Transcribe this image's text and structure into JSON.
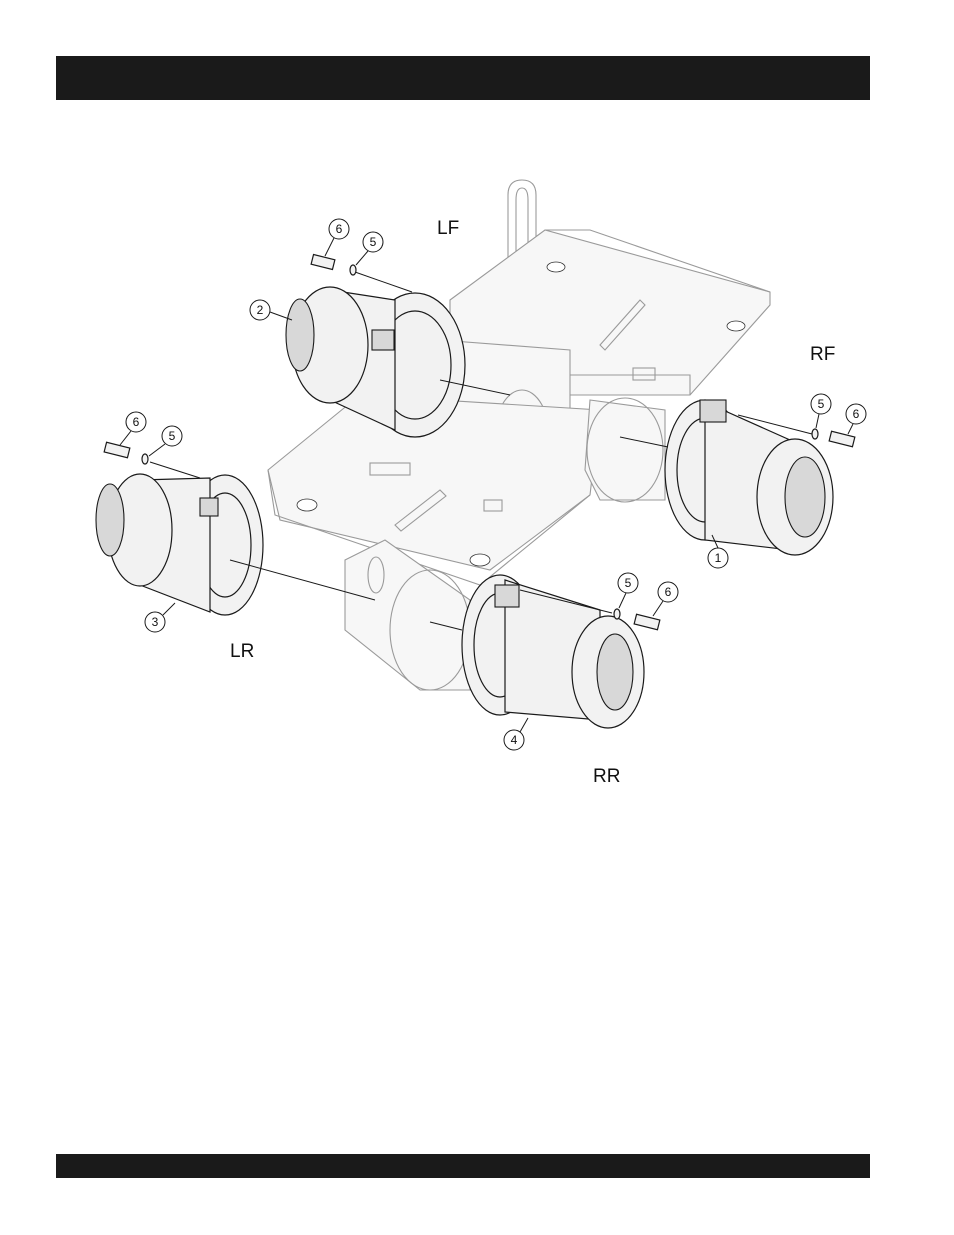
{
  "header": {
    "title": ""
  },
  "footer": {
    "text": ""
  },
  "figure": {
    "positions": {
      "lf": "LF",
      "rf": "RF",
      "lr": "LR",
      "rr": "RR"
    },
    "callouts": {
      "c1": "1",
      "c2": "2",
      "c3": "3",
      "c4": "4",
      "c5a": "5",
      "c5b": "5",
      "c5c": "5",
      "c5d": "5",
      "c6a": "6",
      "c6b": "6",
      "c6c": "6",
      "c6d": "6"
    }
  }
}
